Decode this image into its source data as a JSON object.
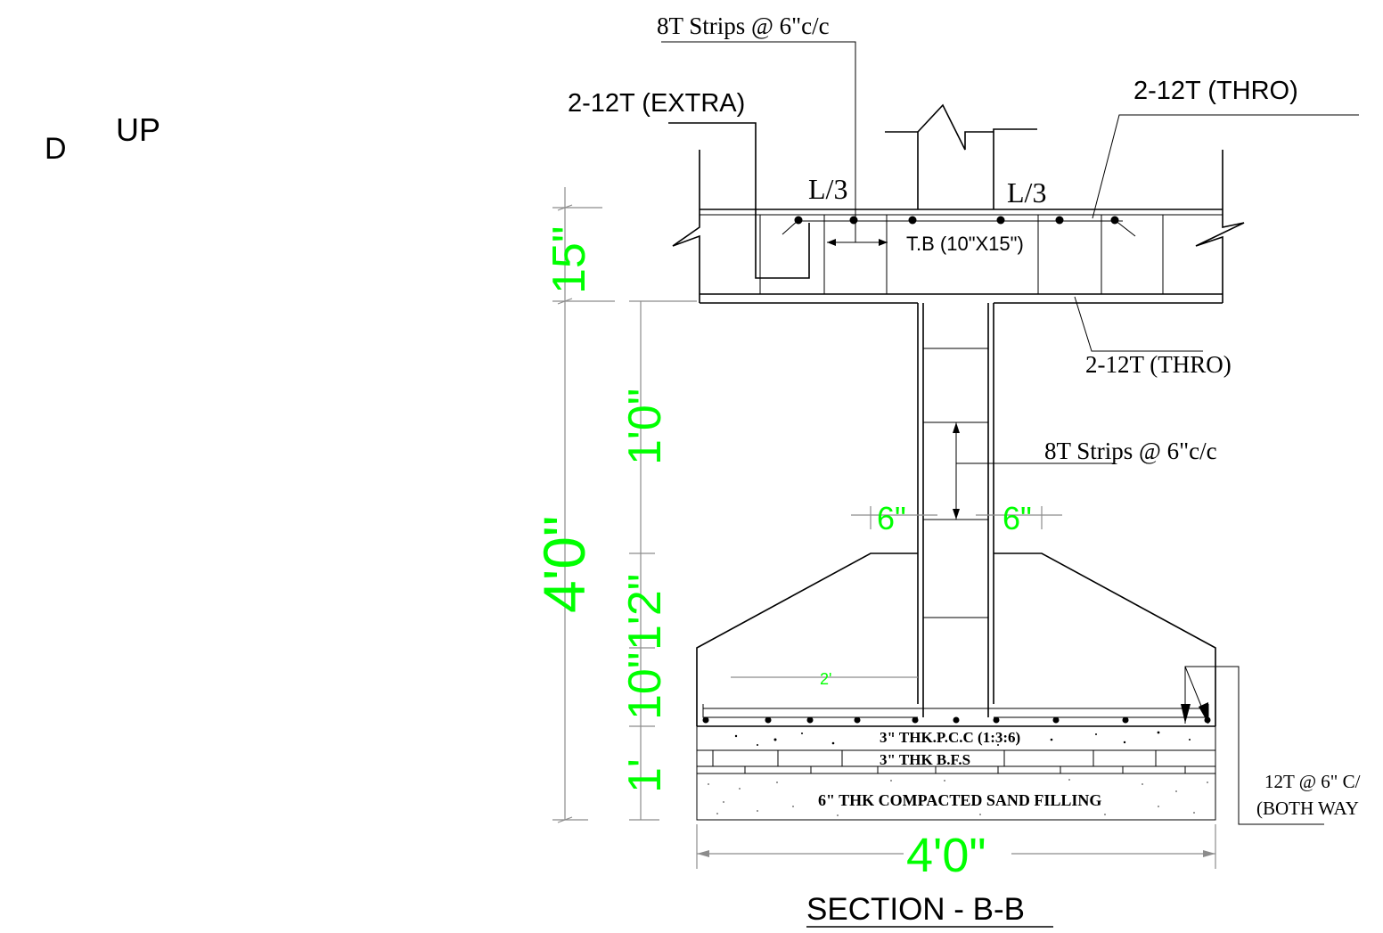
{
  "left_label_d": "D",
  "left_label_up": "UP",
  "labels": {
    "strips_top": "8T Strips @ 6\"c/c",
    "extra_bars": "2-12T (EXTRA)",
    "thro_top": "2-12T (THRO)",
    "l3_left": "L/3",
    "l3_right": "L/3",
    "tie_beam": "T.B (10\"X15\")",
    "thro_bottom": "2-12T (THRO)",
    "strips_column": "8T Strips @ 6\"c/c",
    "pcc": "3\" THK.P.C.C (1:3:6)",
    "bfs": "3\" THK B.F.S",
    "sand": "6\" THK COMPACTED SAND FILLING",
    "footing_bars_1": "12T @ 6\" C/",
    "footing_bars_2": "(BOTH WAY",
    "section_title": "SECTION - B-B"
  },
  "dimensions": {
    "beam_depth": "15\"",
    "total_depth": "4'0\"",
    "pedestal": "1'0\"",
    "taper": "1'2\"",
    "footing_edge": "10\"",
    "base_layers": "1'",
    "offset_left": "6\"",
    "offset_right": "6\"",
    "inner_2": "2'",
    "footing_width": "4'0\""
  },
  "colors": {
    "dimension_text": "#00ff00",
    "linework": "#000000",
    "dimension_lines": "#8c8c8c"
  }
}
